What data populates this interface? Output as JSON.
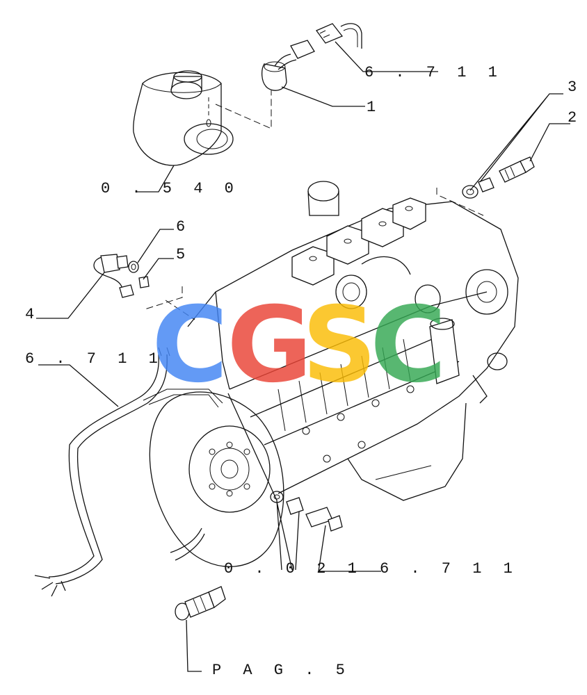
{
  "callouts": {
    "c1": "1",
    "c2": "2",
    "c3": "3",
    "c4": "4",
    "c5": "5",
    "c6": "6",
    "ref_6711_top": "6 . 7 1 1",
    "ref_0540": "0 . 5 4 0",
    "ref_6711_left": "6 . 7 1 1",
    "ref_0021": "0 . 0 2 1",
    "ref_6711_bottom": "6 . 7 1 1",
    "ref_pag5": "P A G . 5"
  },
  "watermark": {
    "letters": [
      "C",
      "G",
      "S",
      "C"
    ],
    "colors": [
      "#4285F4",
      "#EA4335",
      "#FBBC05",
      "#34A853"
    ]
  }
}
